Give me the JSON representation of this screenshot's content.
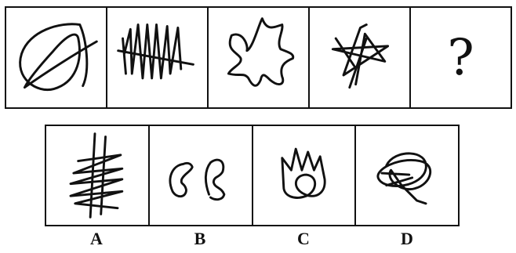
{
  "question_sequence": [
    {
      "id": "p1",
      "icon": "ellipse-tangle-icon"
    },
    {
      "id": "p2",
      "icon": "zigzag-crossed-icon"
    },
    {
      "id": "p3",
      "icon": "blob-star-icon"
    },
    {
      "id": "p4",
      "icon": "pentagram-scribble-icon"
    },
    {
      "id": "p5",
      "placeholder": "?"
    }
  ],
  "options": [
    {
      "label": "A",
      "icon": "hash-zigzag-icon"
    },
    {
      "label": "B",
      "icon": "two-hooks-icon"
    },
    {
      "label": "C",
      "icon": "spike-loop-icon"
    },
    {
      "label": "D",
      "icon": "round-tangle-icon"
    }
  ]
}
